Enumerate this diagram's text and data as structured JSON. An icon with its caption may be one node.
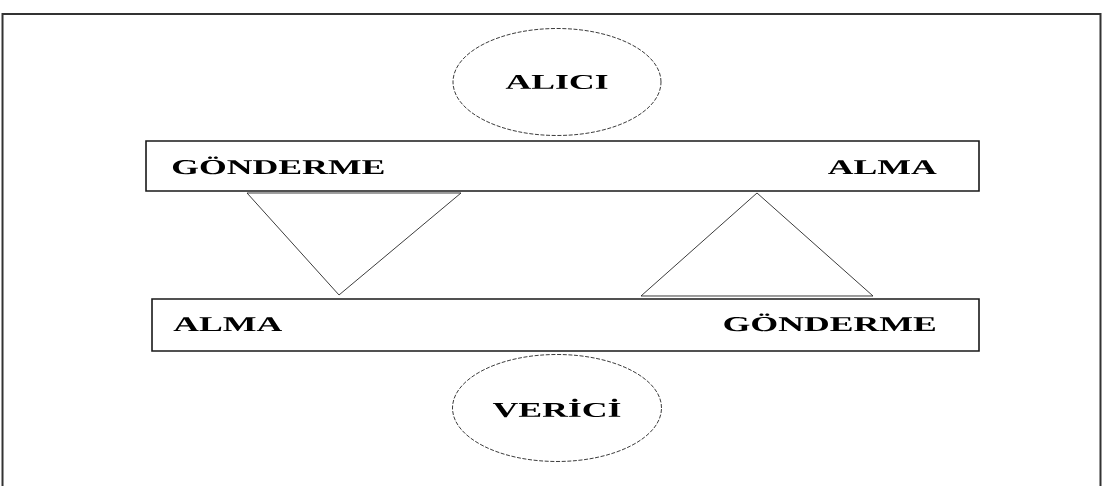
{
  "diagram": {
    "nodes": [
      {
        "text": [
          "ALICI"
        ]
      },
      {
        "text": [
          "GÖNDERME",
          "ALMA"
        ]
      },
      {
        "text": [],
        "shape": "triangle"
      },
      {
        "text": [],
        "shape": "triangle"
      },
      {
        "text": [
          "ALMA",
          "GÖNDERME"
        ]
      },
      {
        "text": [
          "VERİCİ"
        ]
      }
    ]
  }
}
